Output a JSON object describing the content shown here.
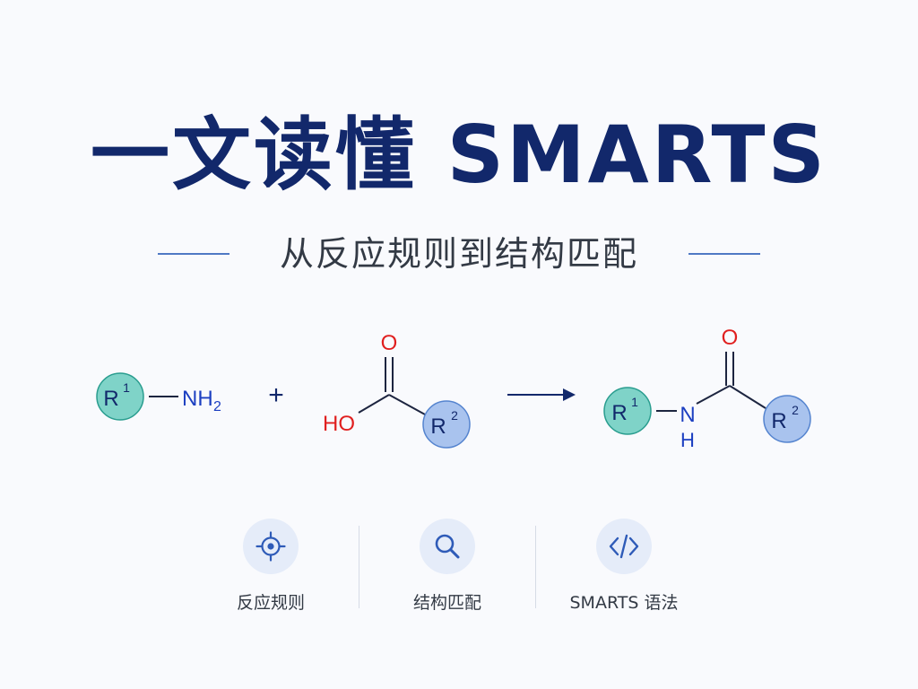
{
  "title": "一文读懂 SMARTS",
  "subtitle": "从反应规则到结构匹配",
  "reaction": {
    "amine": {
      "group": "R",
      "index": "1",
      "atom": "NH",
      "subscript": "2"
    },
    "plus": "+",
    "acid": {
      "oxygen": "O",
      "hydroxyl": "HO",
      "group": "R",
      "index": "2"
    },
    "product": {
      "group1": "R",
      "index1": "1",
      "nitrogen": "N",
      "hydrogen": "H",
      "oxygen": "O",
      "group2": "R",
      "index2": "2"
    }
  },
  "features": [
    {
      "icon": "crosshair-icon",
      "label": "反应规则"
    },
    {
      "icon": "search-icon",
      "label": "结构匹配"
    },
    {
      "icon": "code-icon",
      "label": "SMARTS 语法"
    }
  ],
  "colors": {
    "title": "#12286b",
    "r1_fill": "#7fd3c8",
    "r1_stroke": "#2a9d8f",
    "r2_fill": "#a9c3ee",
    "r2_stroke": "#5584cf",
    "nitrogen": "#1c3fc1",
    "oxygen": "#e01f1f",
    "accent": "#2e5bb8"
  }
}
